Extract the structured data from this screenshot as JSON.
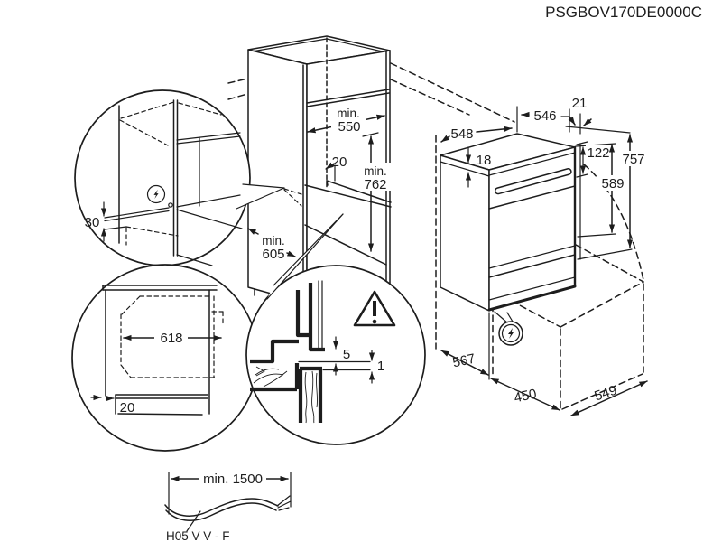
{
  "title": "PSGBOV170DE0000C",
  "cabinet": {
    "niche_depth_min": "min.",
    "niche_depth": "550",
    "top_setback": "20",
    "niche_height_min": "min.",
    "niche_height": "762",
    "bottom_clearance_min": "min.",
    "bottom_clearance": "605"
  },
  "oven": {
    "depth_top": "546",
    "front_offset": "21",
    "width_top": "548",
    "top_panel": "18",
    "control_panel_height": "122",
    "total_height": "757",
    "body_height": "589",
    "front_depth": "567",
    "base_depth": "450",
    "base_width": "549"
  },
  "socket_detail": {
    "wall_offset": "30",
    "icon": "lightning-bolt-icon"
  },
  "side_detail": {
    "recess_depth": "618",
    "plinth_recess": "20"
  },
  "mounting_detail": {
    "front_gap": "5",
    "panel_gap": "1",
    "icon": "warning-triangle-icon"
  },
  "cable": {
    "min_length": "min. 1500",
    "spec": "H05 V V - F"
  },
  "colors": {
    "line": "#1d1d1d",
    "background": "#ffffff"
  }
}
